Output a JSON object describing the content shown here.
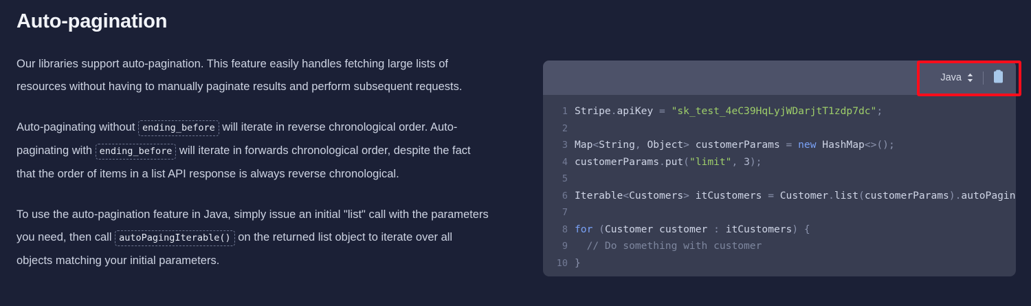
{
  "page": {
    "title": "Auto-pagination",
    "background_color": "#1b2036"
  },
  "prose": {
    "paragraphs": [
      {
        "id": "intro",
        "segments": [
          {
            "type": "text",
            "value": "Our libraries support auto-pagination. This feature easily handles fetching large lists of resources without having to manually paginate results and perform subsequent requests."
          }
        ]
      },
      {
        "id": "ordering",
        "segments": [
          {
            "type": "text",
            "value": "Auto-paginating without "
          },
          {
            "type": "code",
            "value": "ending_before"
          },
          {
            "type": "text",
            "value": " will iterate in reverse chronological order. Auto-paginating with "
          },
          {
            "type": "code",
            "value": "ending_before"
          },
          {
            "type": "text",
            "value": " will iterate in forwards chronological order, despite the fact that the order of items in a list API response is always reverse chronological."
          }
        ]
      },
      {
        "id": "usage",
        "segments": [
          {
            "type": "text",
            "value": "To use the auto-pagination feature in Java, simply issue an initial \"list\" call with the parameters you need, then call "
          },
          {
            "type": "code",
            "value": "autoPagingIterable()"
          },
          {
            "type": "text",
            "value": " on the returned list object to iterate over all objects matching your initial parameters."
          }
        ]
      }
    ]
  },
  "code_panel": {
    "header": {
      "language_label": "Java",
      "language_options": [
        "Java"
      ],
      "chevron_icon": "chevron-updown-icon",
      "copy_icon": "clipboard-icon",
      "copy_tooltip": "Copy"
    },
    "colors": {
      "header_bg": "#4d5269",
      "body_bg": "#383d51",
      "string": "#9ece6a",
      "keyword": "#7aa2f7",
      "comment": "#7e879f",
      "punctuation": "#8b93ad",
      "identifier": "#cfd5e6",
      "line_number": "#737b96"
    },
    "lines": [
      {
        "number": "1",
        "tokens": [
          {
            "c": "t-id",
            "t": "Stripe"
          },
          {
            "c": "t-punc",
            "t": "."
          },
          {
            "c": "t-id",
            "t": "apiKey "
          },
          {
            "c": "t-punc",
            "t": "= "
          },
          {
            "c": "t-str",
            "t": "\"sk_test_4eC39HqLyjWDarjtT1zdp7dc\""
          },
          {
            "c": "t-punc",
            "t": ";"
          }
        ]
      },
      {
        "number": "2",
        "tokens": []
      },
      {
        "number": "3",
        "tokens": [
          {
            "c": "t-id",
            "t": "Map"
          },
          {
            "c": "t-punc",
            "t": "<"
          },
          {
            "c": "t-id",
            "t": "String"
          },
          {
            "c": "t-punc",
            "t": ", "
          },
          {
            "c": "t-id",
            "t": "Object"
          },
          {
            "c": "t-punc",
            "t": "> "
          },
          {
            "c": "t-id",
            "t": "customerParams "
          },
          {
            "c": "t-punc",
            "t": "= "
          },
          {
            "c": "t-kw",
            "t": "new "
          },
          {
            "c": "t-id",
            "t": "HashMap"
          },
          {
            "c": "t-punc",
            "t": "<>();"
          }
        ]
      },
      {
        "number": "4",
        "tokens": [
          {
            "c": "t-id",
            "t": "customerParams"
          },
          {
            "c": "t-punc",
            "t": "."
          },
          {
            "c": "t-id",
            "t": "put"
          },
          {
            "c": "t-punc",
            "t": "("
          },
          {
            "c": "t-str",
            "t": "\"limit\""
          },
          {
            "c": "t-punc",
            "t": ", "
          },
          {
            "c": "t-num",
            "t": "3"
          },
          {
            "c": "t-punc",
            "t": ");"
          }
        ]
      },
      {
        "number": "5",
        "tokens": []
      },
      {
        "number": "6",
        "tokens": [
          {
            "c": "t-id",
            "t": "Iterable"
          },
          {
            "c": "t-punc",
            "t": "<"
          },
          {
            "c": "t-id",
            "t": "Customers"
          },
          {
            "c": "t-punc",
            "t": "> "
          },
          {
            "c": "t-id",
            "t": "itCustomers "
          },
          {
            "c": "t-punc",
            "t": "= "
          },
          {
            "c": "t-id",
            "t": "Customer"
          },
          {
            "c": "t-punc",
            "t": "."
          },
          {
            "c": "t-id",
            "t": "list"
          },
          {
            "c": "t-punc",
            "t": "("
          },
          {
            "c": "t-id",
            "t": "customerParams"
          },
          {
            "c": "t-punc",
            "t": ")."
          },
          {
            "c": "t-id",
            "t": "autoPagingIterable();"
          }
        ]
      },
      {
        "number": "7",
        "tokens": []
      },
      {
        "number": "8",
        "tokens": [
          {
            "c": "t-kw",
            "t": "for "
          },
          {
            "c": "t-punc",
            "t": "("
          },
          {
            "c": "t-id",
            "t": "Customer customer "
          },
          {
            "c": "t-punc",
            "t": ": "
          },
          {
            "c": "t-id",
            "t": "itCustomers"
          },
          {
            "c": "t-punc",
            "t": ") {"
          }
        ]
      },
      {
        "number": "9",
        "tokens": [
          {
            "c": "t-cmt",
            "t": "  // Do something with customer"
          }
        ]
      },
      {
        "number": "10",
        "tokens": [
          {
            "c": "t-punc",
            "t": "}"
          }
        ]
      }
    ]
  },
  "annotation": {
    "name": "language-selector-highlight",
    "color": "#fc0d1b"
  }
}
